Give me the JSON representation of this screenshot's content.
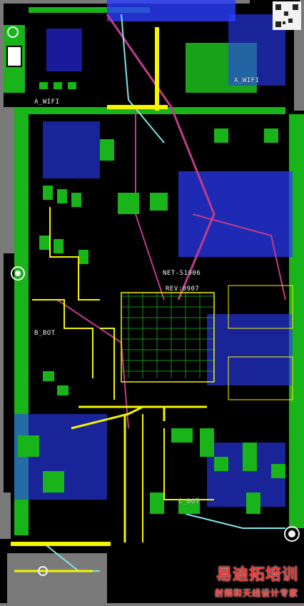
{
  "silkscreen": {
    "wifi_left": "A_WIFI",
    "wifi_right": "A_WIFI",
    "net_label": "NET-S1006",
    "revision": "REV:0907",
    "bot_left": "B_BOT",
    "bot_center": "C_BOT"
  },
  "watermark": {
    "brand": "易迪拓培训",
    "tagline": "射频和天线设计专家"
  },
  "colors": {
    "board_bg": "#000000",
    "copper_green": "#19b419",
    "trace_blue": "#2b3cff",
    "trace_yellow": "#f5f500",
    "trace_cyan": "#7fe6e6",
    "trace_magenta": "#c03c8a",
    "outline_gray": "#7a7a7a",
    "watermark_red": "#e33333"
  }
}
